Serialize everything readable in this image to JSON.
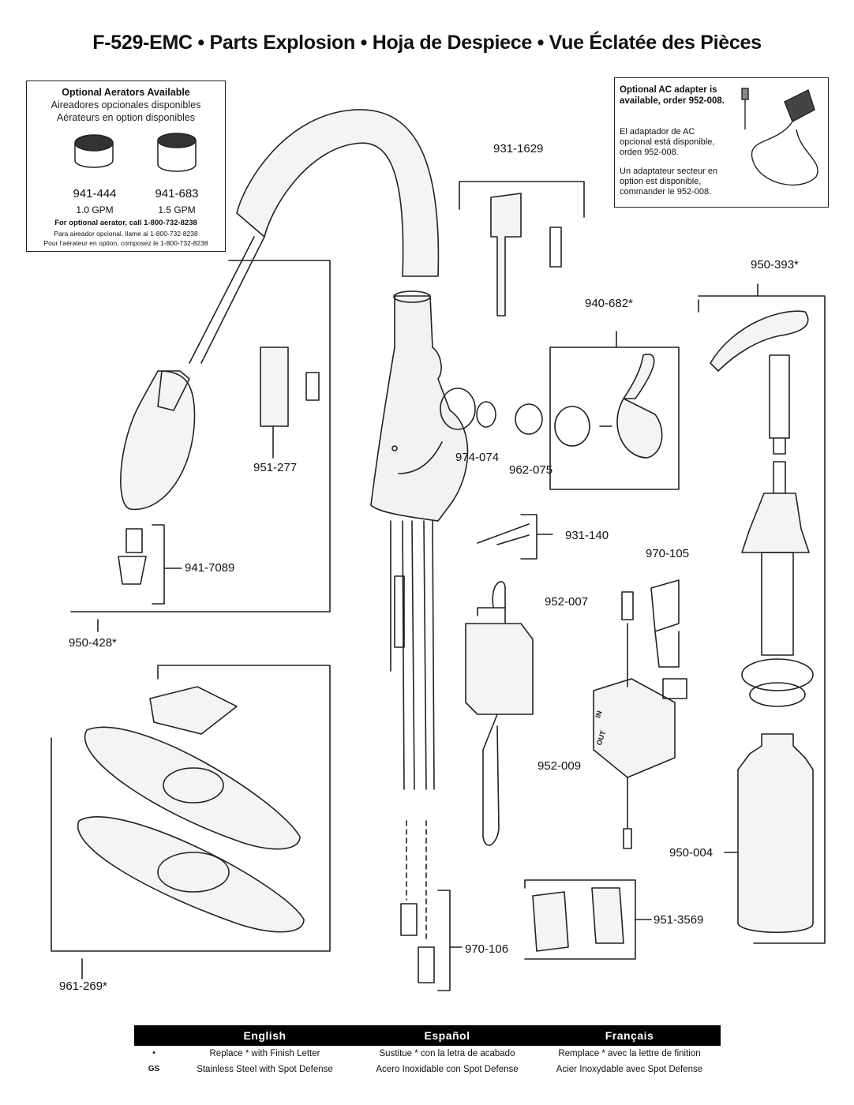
{
  "title": "F-529-EMC  •  Parts Explosion  •  Hoja de Despiece  •  Vue Éclatée des Pièces",
  "aerators": {
    "heading_en": "Optional Aerators Available",
    "heading_es": "Aireadores opcionales disponibles",
    "heading_fr": "Aérateurs en option disponibles",
    "items": [
      {
        "part": "941-444",
        "flow": "1.0 GPM"
      },
      {
        "part": "941-683",
        "flow": "1.5 GPM"
      }
    ],
    "call_en": "For optional aerator, call 1-800-732-8238",
    "call_es": "Para aireador opcional, llame al 1-800-732-8238",
    "call_fr": "Pour l'aérateur en option, composez le 1-800-732-8238"
  },
  "ac_adapter": {
    "en": "Optional AC adapter is available, order 952-008.",
    "es": "El adaptador de AC opcional está disponible, orden 952-008.",
    "fr": "Un adaptateur secteur en option est disponible, commander le 952-008."
  },
  "parts": {
    "p931_1629": "931-1629",
    "p950_393": "950-393*",
    "p940_682": "940-682*",
    "p974_074": "974-074",
    "p962_075": "962-075",
    "p951_277": "951-277",
    "p941_7089": "941-7089",
    "p950_428": "950-428*",
    "p931_140": "931-140",
    "p970_105": "970-105",
    "p952_007": "952-007",
    "p952_009": "952-009",
    "p950_004": "950-004",
    "p951_3569": "951-3569",
    "p970_106": "970-106",
    "p961_269": "961-269*"
  },
  "diverter_text": {
    "in": "IN",
    "out": "OUT"
  },
  "legend": {
    "headers": [
      "English",
      "Español",
      "Français"
    ],
    "rows": [
      {
        "code": "•",
        "en": "Replace * with Finish Letter",
        "es": "Sustitue * con la letra de acabado",
        "fr": "Remplace * avec la lettre de finition"
      },
      {
        "code": "GS",
        "en": "Stainless Steel with Spot Defense",
        "es": "Acero Inoxidable con Spot Defense",
        "fr": "Acier Inoxydable avec Spot Defense"
      }
    ]
  }
}
